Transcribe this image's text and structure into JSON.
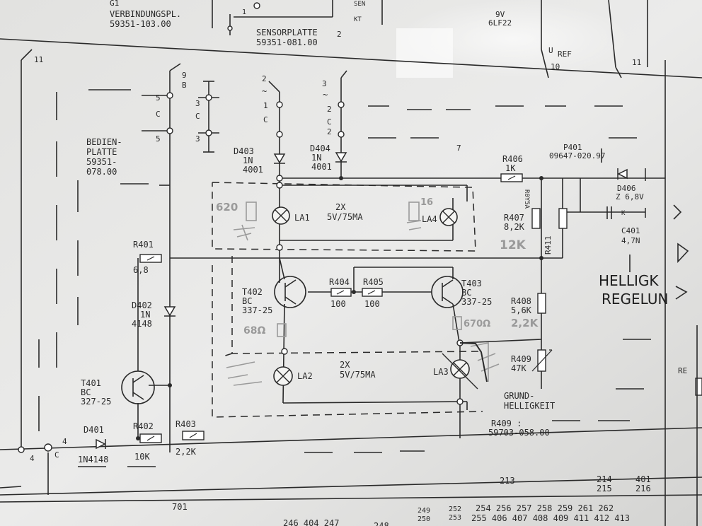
{
  "top": {
    "g1": "G1",
    "verbindung_1": "VERBINDUNGSPL.",
    "verbindung_2": "59351-103.00",
    "sensor_1": "SENSORPLATTE",
    "sensor_2": "59351-081.00",
    "pin_1": "1",
    "pin_2": "2",
    "sen_vert": "SEN",
    "kt_vert": "KT",
    "glf_1": "9V",
    "glf_2": "6LF22",
    "uref_u": "U",
    "uref_ref": "REF",
    "uref_10": "10",
    "n11_right": "11"
  },
  "left": {
    "n11": "11",
    "bed_1": "BEDIEN-",
    "bed_2": "PLATTE",
    "bed_3": "59351-",
    "bed_4": "078.00",
    "c9": "9",
    "c8": "B",
    "c5a": "5",
    "c5c": "C",
    "c5b": "5",
    "c3a": "3",
    "c3c": "C",
    "c3b": "3"
  },
  "diodes": {
    "d403_1": "D403",
    "d403_2": "1N",
    "d403_3": "4001",
    "d404_1": "D404",
    "d404_2": "1N",
    "d404_3": "4001",
    "a2": "2",
    "a3": "3",
    "tilde1": "~",
    "tilde2": "~",
    "a1": "1",
    "ac": "C",
    "b2": "2",
    "bc": "C",
    "b2b": "2",
    "n7": "7",
    "d402_1": "D402",
    "d402_2": "1N",
    "d402_3": "4148",
    "d401": "D401",
    "d401_type": "1N4148",
    "d406_1": "D406",
    "d406_2": "Z 6,8V"
  },
  "resistors": {
    "r406_1": "R406",
    "r406_2": "1K",
    "p401_1": "P401",
    "p401_2": "09647-020.97",
    "r407_1": "R407",
    "r407_2": "8,2K",
    "r407_hand": "12K",
    "rdyaa": "R0Y5A",
    "r411": "R411",
    "c401_1": "C401",
    "c401_2": "4,7N",
    "k": "K",
    "r401_1": "R401",
    "r401_2": "6,8",
    "r404_1": "R404",
    "r404_2": "100",
    "r405_1": "R405",
    "r405_2": "100",
    "r408_1": "R408",
    "r408_2": "5,6K",
    "r408_hand": "2,2K",
    "r409_1": "R409",
    "r409_2": "47K",
    "grund_1": "GRUND-",
    "grund_2": "HELLIGKEIT",
    "r409_note_1": "R409 :",
    "r409_note_2": "59703-058.00",
    "r402_1": "R402",
    "r402_2": "10K",
    "r403_1": "R403",
    "r403_2": "2,2K"
  },
  "transistors": {
    "t402_1": "T402",
    "t402_2": "BC",
    "t402_3": "337-25",
    "t403_1": "T403",
    "t403_2": "BC",
    "t403_3": "337-25",
    "t401_1": "T401",
    "t401_2": "BC",
    "t401_3": "327-25"
  },
  "lamps": {
    "la1": "LA1",
    "la4": "LA4",
    "la2": "LA2",
    "la3": "LA3",
    "spec_top_1": "2X",
    "spec_top_2": "5V/75MA",
    "spec_bot_1": "2X",
    "spec_bot_2": "5V/75MA",
    "hand_620": "620",
    "hand_68a": "68Ω",
    "hand_670": "670Ω",
    "hand_16": "16"
  },
  "helligk": {
    "line_1": "HELLIGK",
    "line_2": "REGELUN",
    "re": "RE"
  },
  "bottom": {
    "n4a": "4",
    "nc": "C",
    "n4b": "4",
    "n701": "701",
    "n213": "213",
    "n214": "214",
    "n215": "215",
    "n401": "401",
    "n216": "216",
    "row1": "254  256  257  258  259  261 262",
    "row2": "255 406 407  408 409  411  412  413",
    "row_left": "246    404    247",
    "row_left2": "248",
    "n249": "249",
    "n250": "250",
    "n252": "252",
    "n253": "253"
  }
}
